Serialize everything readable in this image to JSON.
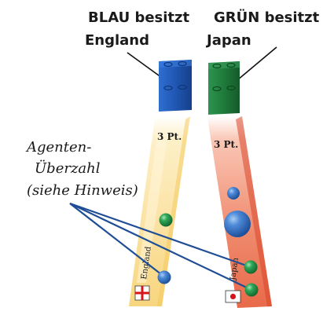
{
  "labels": {
    "blue_line1": "BLAU besitzt",
    "blue_line2": "England",
    "green_line1": "GRÜN besitzt",
    "green_line2": "Japan",
    "agents_line1": "Agenten-",
    "agents_line2": "Überzahl",
    "agents_line3": "(siehe Hinweis)"
  },
  "cards": {
    "left": {
      "points": "3 Pt.",
      "country": "England"
    },
    "right": {
      "points": "3 Pt.",
      "country": "Japan"
    }
  },
  "colors": {
    "blue_block": "#2057b3",
    "green_block": "#1f7a3a",
    "yellow_card": "#fbe2a0",
    "red_card": "#ee7a5c",
    "connector": "#1f4e96",
    "agent_blue": "#2e6ec2",
    "agent_green": "#1f9a4b"
  },
  "icons": {
    "left_flag": "england-flag-icon",
    "right_flag": "japan-flag-icon"
  }
}
